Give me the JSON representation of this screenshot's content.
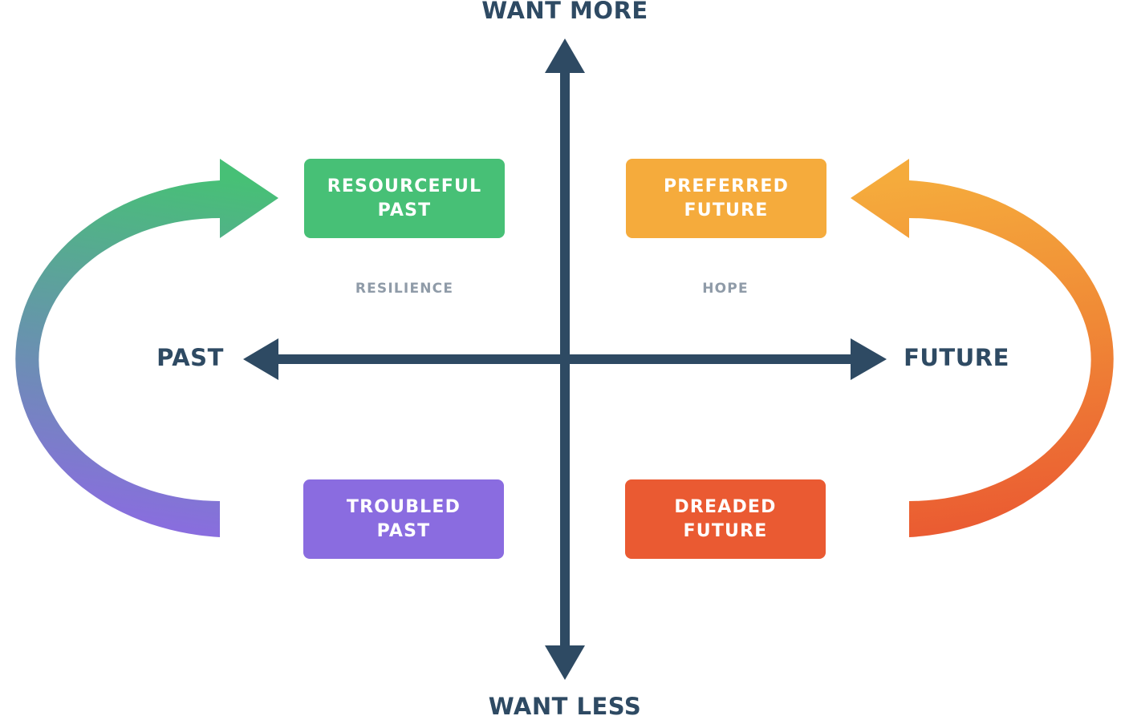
{
  "axes": {
    "top": "WANT MORE",
    "bottom": "WANT LESS",
    "left": "PAST",
    "right": "FUTURE"
  },
  "boxes": {
    "resourceful_past": {
      "line1": "RESOURCEFUL",
      "line2": "PAST",
      "color": "#47c076"
    },
    "preferred_future": {
      "line1": "PREFERRED",
      "line2": "FUTURE",
      "color": "#f5ab3c"
    },
    "troubled_past": {
      "line1": "TROUBLED",
      "line2": "PAST",
      "color": "#8a6ce0"
    },
    "dreaded_future": {
      "line1": "DREADED",
      "line2": "FUTURE",
      "color": "#ea5a32"
    }
  },
  "quadrant_labels": {
    "resilience": "RESILIENCE",
    "hope": "HOPE"
  },
  "colors": {
    "axis": "#2e4a63",
    "left_arrow_top": "#47c076",
    "left_arrow_bottom": "#8a6ce0",
    "right_arrow_top": "#f5ab3c",
    "right_arrow_bottom": "#ea5a32",
    "quadrant_label": "#8f9ba8"
  }
}
